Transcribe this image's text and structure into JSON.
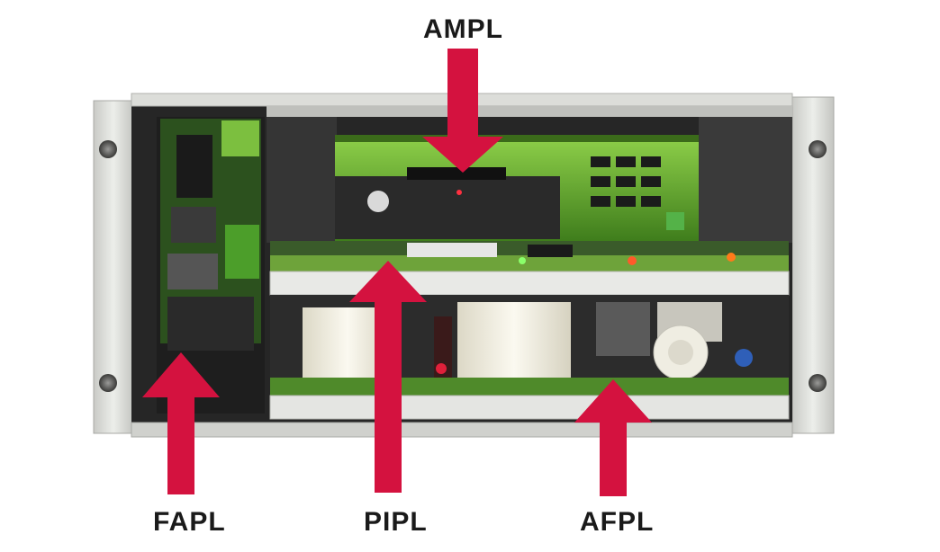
{
  "callouts": {
    "ampl": "AMPL",
    "fapl": "FAPL",
    "pipl": "PIPL",
    "afpl": "AFPL"
  },
  "colors": {
    "arrow": "#d4123f",
    "pcb_green": "#5f9e2a",
    "chassis": "#d8d9d6",
    "chassis_dark": "#2a2a2a",
    "transformer": "#f3f0e2"
  }
}
